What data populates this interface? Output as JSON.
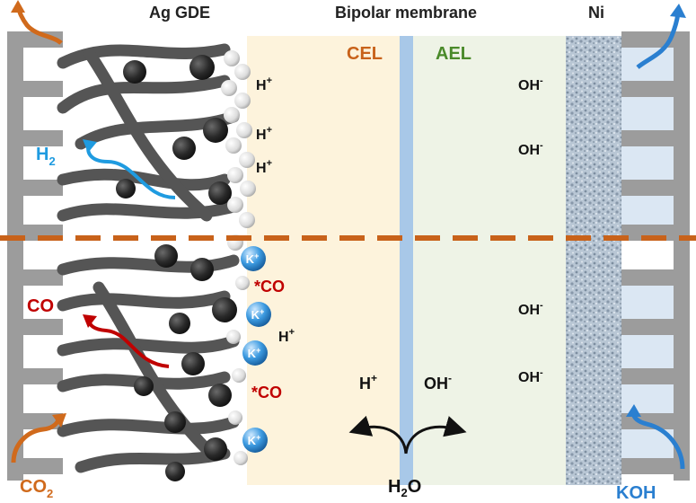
{
  "headers": {
    "ag_gde": "Ag GDE",
    "bipolar_membrane": "Bipolar membrane",
    "ni": "Ni"
  },
  "layers": {
    "cel": "CEL",
    "ael": "AEL"
  },
  "gases": {
    "h2": "H",
    "h2_sub": "2",
    "co": "CO",
    "co2": "CO",
    "co2_sub": "2",
    "koh": "KOH"
  },
  "species": {
    "h_plus": "H",
    "plus": "+",
    "oh": "OH",
    "minus": "-",
    "k": "K",
    "star_co_star": "*",
    "star_co_text": "CO",
    "h2o": "H",
    "h2o_sub": "2",
    "h2o_o": "O"
  },
  "colors": {
    "cel_orange": "#c8621a",
    "ael_green": "#4a8a2a",
    "h2_blue": "#1f9be0",
    "co_red": "#c00000",
    "co2_orange": "#d06a1c",
    "koh_blue": "#2a7fd0",
    "cel_fill": "#fdf3dc",
    "ael_fill": "#eef3e6",
    "membrane_junction": "#a8c8e8",
    "dashed_line": "#c8621a"
  }
}
